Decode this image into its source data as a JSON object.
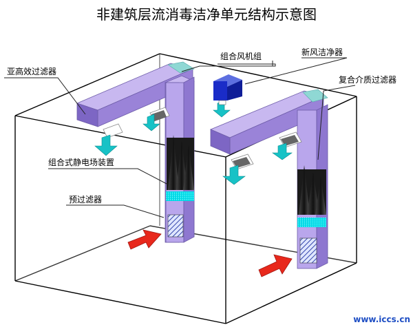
{
  "title": "非建筑层流消毒洁净单元结构示意图",
  "labels": {
    "sub_hepa": "亚高效过滤器",
    "fan_unit": "组合风机组",
    "fresh_air": "新风洁净器",
    "composite_filter": "复合介质过滤器",
    "electrostatic": "组合式静电场装置",
    "pre_filter": "预过滤器"
  },
  "watermark": "www.iccs.cn",
  "colors": {
    "duct": "#b7a5ea",
    "fan_box": "#1a2cc8",
    "supply_arrow": "#17c2c6",
    "inlet_arrow": "#e8281c"
  }
}
